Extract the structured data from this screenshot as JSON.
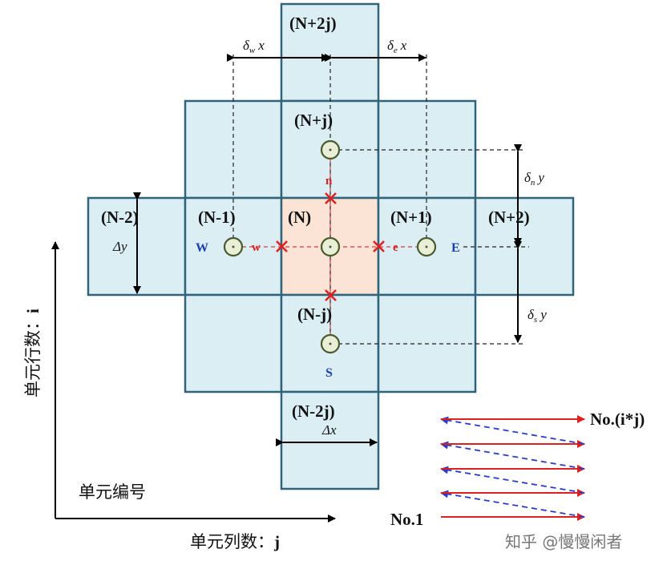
{
  "cells": {
    "n_plus_2j": "(N+2j)",
    "n_plus_j": "(N+j)",
    "n_minus_2": "(N-2)",
    "n_minus_1": "(N-1)",
    "n": "(N)",
    "n_plus_1": "(N+1)",
    "n_plus_2": "(N+2)",
    "n_minus_j": "(N-j)",
    "n_minus_2j": "(N-2j)"
  },
  "nodes": {
    "west": "W",
    "east": "E",
    "south": "S"
  },
  "faces": {
    "west": "w",
    "east": "e",
    "north": "n"
  },
  "dimensions": {
    "delta": "δ",
    "dw_sub": "w",
    "dw_var": "x",
    "de_sub": "e",
    "de_var": "x",
    "dn_sub": "n",
    "dn_var": "y",
    "ds_sub": "s",
    "ds_var": "y",
    "dy": "Δy",
    "dx": "Δx"
  },
  "axes": {
    "row_label": "单元行数：",
    "row_var": "i",
    "col_label": "单元列数：",
    "col_var": "j"
  },
  "numbering": {
    "title": "单元编号",
    "start": "No.1",
    "end": "No.(i*j)"
  },
  "watermark": "知乎 @慢慢闲者",
  "colors": {
    "cell_fill": "#daeef4",
    "center_fill": "#fbe3d6",
    "cell_stroke": "#31647a",
    "face_red": "#d62020",
    "node_blue": "#1c3fb0"
  }
}
